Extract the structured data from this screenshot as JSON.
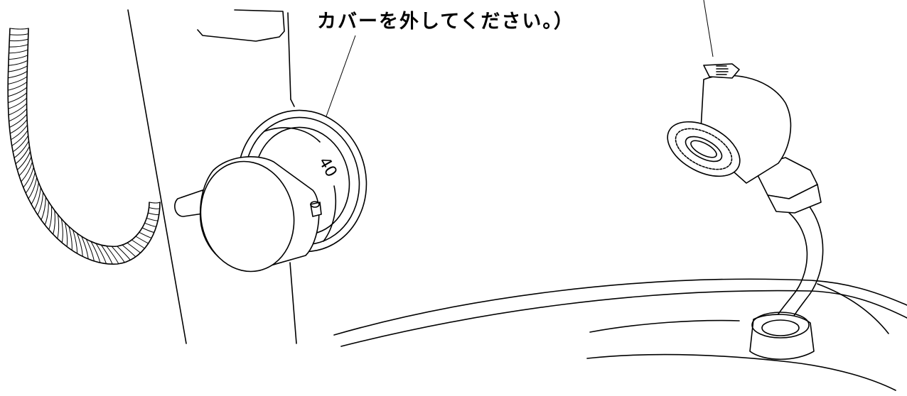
{
  "caption": "カバーを外してください。）",
  "dial_label": "40",
  "colors": {
    "line": "#000000",
    "background": "#ffffff"
  },
  "parts": {
    "hose": "corrugated-shower-hose",
    "valve": "thermostat-temperature-knob",
    "shower_head": "pull-out-shower-head",
    "tub": "bathtub-rim"
  }
}
